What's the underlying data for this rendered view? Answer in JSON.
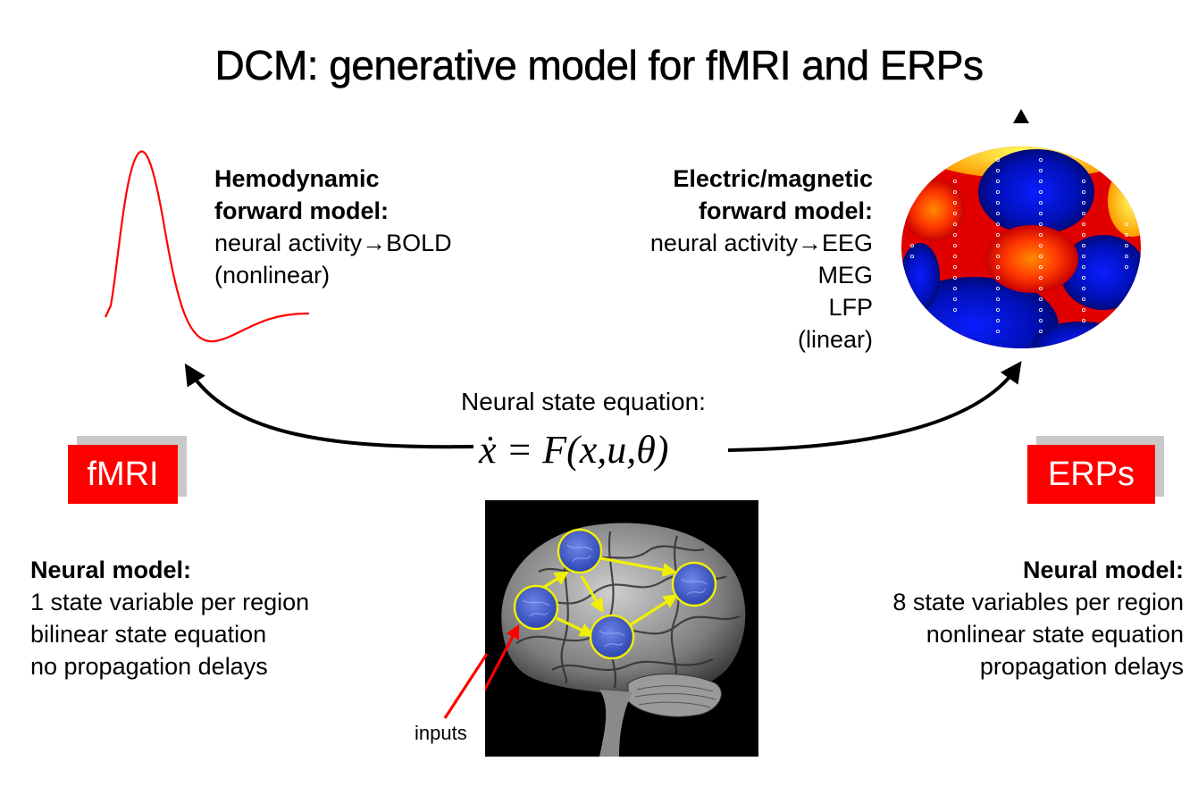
{
  "title": "DCM: generative model for fMRI and ERPs",
  "hemodynamic": {
    "heading_line1": "Hemodynamic",
    "heading_line2": "forward model:",
    "line3": "neural activity→BOLD",
    "line4": "(nonlinear)"
  },
  "electric": {
    "heading_line1": "Electric/magnetic",
    "heading_line2": "forward model:",
    "line3": "neural activity→EEG",
    "line4": "MEG",
    "line5": "LFP",
    "line6": "(linear)"
  },
  "neural_state": {
    "label": "Neural state equation:",
    "equation": "ẋ = F(x,u,θ)"
  },
  "tags": {
    "left": "fMRI",
    "right": "ERPs"
  },
  "neural_model_fmri": {
    "heading": "Neural model:",
    "line1": "1 state variable per region",
    "line2": "bilinear state equation",
    "line3": "no propagation delays"
  },
  "neural_model_erp": {
    "heading": "Neural model:",
    "line1": "8 state variables per region",
    "line2": "nonlinear state equation",
    "line3": "propagation delays"
  },
  "brain": {
    "inputs_label": "inputs"
  },
  "colors": {
    "tag_red": "#ff0000",
    "bold_curve": "#ff0000",
    "region_blue": "#3a55c8",
    "connection_yellow": "#f0f000",
    "input_arrow": "#ff0000"
  }
}
